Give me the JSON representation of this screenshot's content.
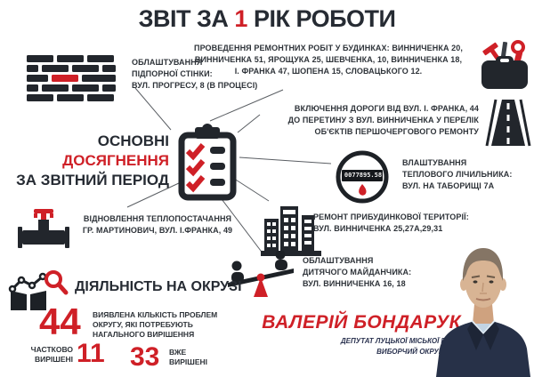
{
  "title": {
    "part1": "ЗВІТ ЗА",
    "number": "1",
    "part2": "РІК РОБОТИ"
  },
  "main_heading": {
    "line1_dark": "ОСНОВНІ",
    "line1_red": "ДОСЯГНЕННЯ",
    "line2": "ЗА ЗВІТНИЙ ПЕРІОД"
  },
  "callouts": {
    "retaining_wall": {
      "icon": "brick-wall-icon",
      "lines": [
        "ОБЛАШТУВАННЯ",
        "ПІДПОРНОЇ СТІНКИ:",
        "ВУЛ. ПРОГРЕСУ, 8 (В ПРОЦЕСІ)"
      ]
    },
    "house_repairs": {
      "icon": "toolbox-icon",
      "lines": [
        "ПРОВЕДЕННЯ РЕМОНТНИХ РОБІТ У БУДИНКАХ: ВИННИЧЕНКА 20,",
        "ВИННИЧЕНКА 51, ЯРОЩУКА 25, ШЕВЧЕНКА, 10, ВИННИЧЕНКА 18,",
        "І. ФРАНКА 47, ШОПЕНА 15, СЛОВАЦЬКОГО 12."
      ]
    },
    "road": {
      "icon": "road-icon",
      "lines": [
        "ВКЛЮЧЕННЯ ДОРОГИ ВІД ВУЛ. І. ФРАНКА, 44",
        "ДО ПЕРЕТИНУ З ВУЛ. ВИННИЧЕНКА У ПЕРЕЛІК",
        "ОБ'ЄКТІВ ПЕРШОЧЕРГОВОГО РЕМОНТУ"
      ]
    },
    "heat_meter": {
      "icon": "heat-meter-icon",
      "meter_reading": "0077895.58",
      "lines": [
        "ВЛАШТУВАННЯ",
        "ТЕПЛОВОГО ЛІЧИЛЬНИКА:",
        "ВУЛ. НА ТАБОРИЩІ 7А"
      ]
    },
    "yard_repair": {
      "icon": "buildings-icon",
      "lines": [
        "РЕМОНТ ПРИБУДИНКОВОЇ ТЕРИТОРІЇ:",
        "ВУЛ. ВИННИЧЕНКА 25,27А,29,31"
      ]
    },
    "heating": {
      "icon": "pipe-valve-icon",
      "lines": [
        "ВІДНОВЛЕННЯ ТЕПЛОПОСТАЧАННЯ",
        "ГР. МАРТИНОВИЧ, ВУЛ. І.ФРАНКА, 49"
      ]
    },
    "playground": {
      "icon": "seesaw-icon",
      "lines": [
        "ОБЛАШТУВАННЯ",
        "ДИТЯЧОГО МАЙДАНЧИКА:",
        "ВУЛ. ВИННИЧЕНКА 16, 18"
      ]
    }
  },
  "district_activity": {
    "heading": "ДІЯЛЬНІСТЬ НА ОКРУЗІ",
    "identified": {
      "value": "44",
      "lines": [
        "ВИЯВЛЕНА КІЛЬКІСТЬ ПРОБЛЕМ",
        "ОКРУГУ, ЯКІ ПОТРЕБУЮТЬ",
        "НАГАЛЬНОГО ВИРІШЕННЯ"
      ]
    },
    "partially": {
      "value": "11",
      "label_lines": [
        "ЧАСТКОВО",
        "ВИРІШЕНІ"
      ]
    },
    "solved": {
      "value": "33",
      "label_lines": [
        "ВЖЕ",
        "ВИРІШЕНІ"
      ]
    }
  },
  "person": {
    "name": "ВАЛЕРІЙ БОНДАРУК",
    "title_lines": [
      "ДЕПУТАТ ЛУЦЬКОЇ МІСЬКОЇ РАДИ",
      "ВИБОРЧИЙ ОКРУГ №12"
    ]
  },
  "colors": {
    "accent_red": "#cf2027",
    "dark": "#262b33"
  }
}
